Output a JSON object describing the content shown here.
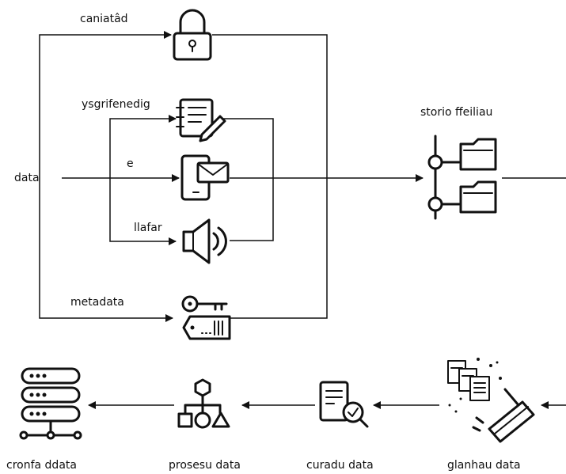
{
  "labels": {
    "data": "data",
    "caniatad": "caniatâd",
    "ysgrifenedig": "ysgrifenedig",
    "e": "e",
    "llafar": "llafar",
    "metadata": "metadata",
    "storio": "storio ffeiliau",
    "glanhau": "glanhau data",
    "curadu": "curadu data",
    "prosesu": "prosesu data",
    "cronfa": "cronfa ddata"
  },
  "icons": {
    "permission": "padlock-icon",
    "written": "document-pencil-icon",
    "electronic": "phone-email-icon",
    "spoken": "speaker-icon",
    "metadata": "key-tag-icon",
    "storage": "folder-tree-icon",
    "cleaning": "documents-squeegee-icon",
    "curation": "document-magnifier-icon",
    "processing": "shapes-hierarchy-icon",
    "database": "server-database-icon"
  }
}
